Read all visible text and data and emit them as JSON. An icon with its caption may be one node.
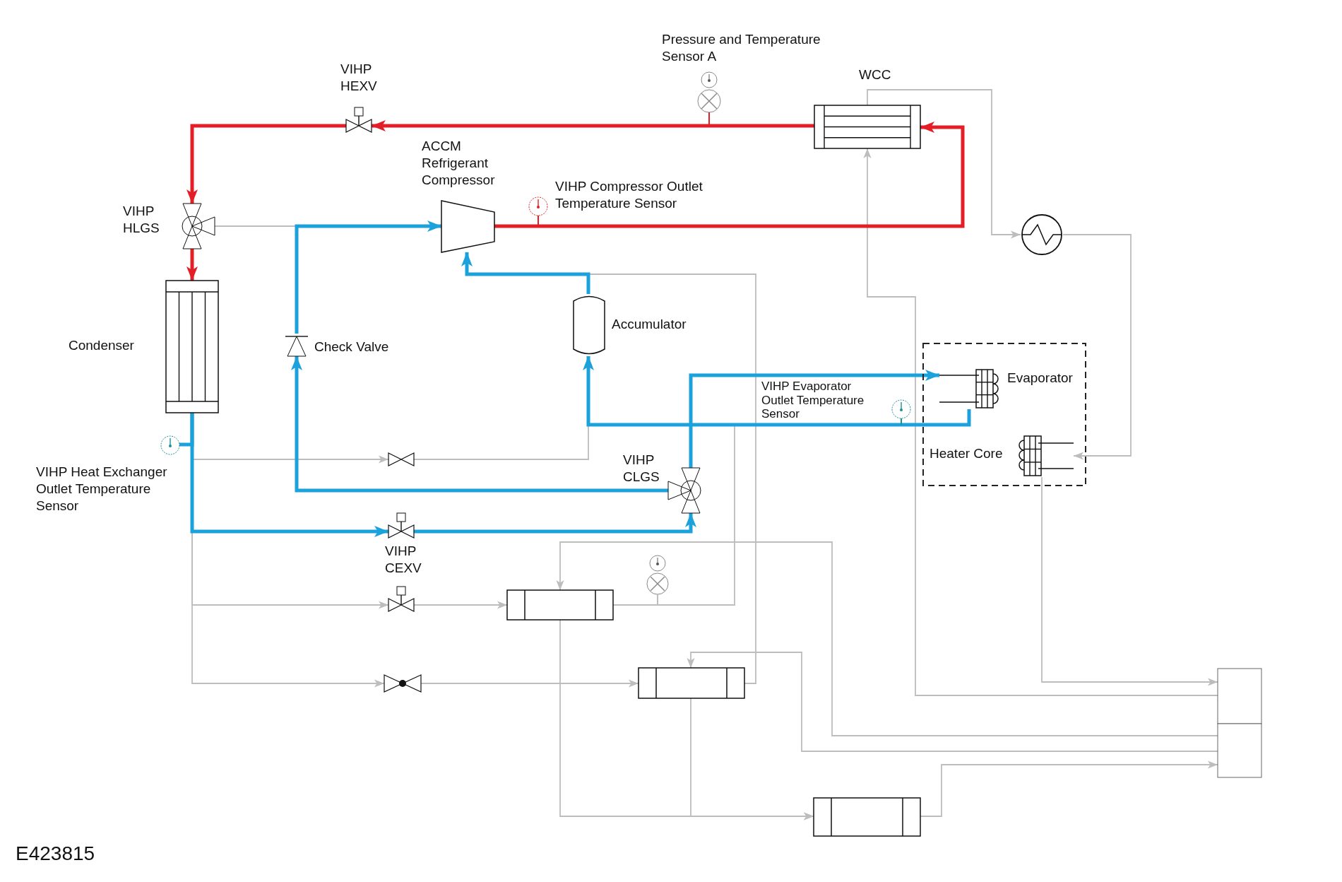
{
  "diagram": {
    "nodes": [
      {
        "text": [
          "Pressure and Temperature Sensor A"
        ]
      },
      {
        "text": [
          "VIHP HEXV"
        ]
      },
      {
        "text": [
          "WCC"
        ]
      },
      {
        "text": [
          "ACCM Refrigerant Compressor"
        ]
      },
      {
        "text": [
          "VIHP Compressor Outlet Temperature Sensor"
        ]
      },
      {
        "text": [
          "VIHP HLGS"
        ]
      },
      {
        "text": [],
        "shape": "circle"
      },
      {
        "text": [
          "Condenser"
        ]
      },
      {
        "text": [
          "Check Valve"
        ]
      },
      {
        "text": [
          "Accumulator"
        ]
      },
      {
        "text": [],
        "shape": "box"
      },
      {
        "text": [
          "Evaporator"
        ],
        "in": 10
      },
      {
        "text": [
          "Heater Core"
        ],
        "in": 10
      },
      {
        "text": [
          "VIHP Evaporator Outlet Temperature Sensor"
        ]
      },
      {
        "text": [
          "VIHP Heat Exchanger Outlet Temperature Sensor"
        ]
      },
      {
        "text": [
          "VIHP CLGS"
        ]
      },
      {
        "text": [
          "VIHP CEXV"
        ]
      },
      {
        "text": [],
        "shape": "valve"
      },
      {
        "text": [],
        "shape": "valve"
      },
      {
        "text": [],
        "shape": "box"
      },
      {
        "text": [],
        "shape": "sensor"
      },
      {
        "text": [],
        "shape": "valve"
      },
      {
        "text": [],
        "shape": "box"
      },
      {
        "text": [],
        "shape": "box"
      },
      {
        "text": [],
        "shape": "box"
      },
      {
        "text": [],
        "shape": "box"
      }
    ],
    "edges": [
      {
        "from": 2,
        "to": 1,
        "arrow": "to",
        "style": "thick",
        "color": "#e41e26"
      },
      {
        "from": 1,
        "to": 5,
        "arrow": "to",
        "style": "thick",
        "color": "#e41e26"
      },
      {
        "from": 5,
        "to": 7,
        "arrow": "to",
        "style": "thick",
        "color": "#e41e26"
      },
      {
        "from": 3,
        "to": 2,
        "arrow": "to",
        "style": "thick",
        "color": "#e41e26"
      },
      {
        "from": 5,
        "to": 3,
        "arrow": "to"
      },
      {
        "from": 8,
        "to": 3,
        "arrow": "to",
        "style": "thick",
        "color": "#1ba1dc"
      },
      {
        "from": 15,
        "to": 8,
        "arrow": "to",
        "style": "thick",
        "color": "#1ba1dc"
      },
      {
        "from": 9,
        "to": 3,
        "arrow": "to",
        "style": "thick",
        "color": "#1ba1dc"
      },
      {
        "from": 11,
        "to": 9,
        "arrow": "to",
        "style": "thick",
        "color": "#1ba1dc"
      },
      {
        "from": 15,
        "to": 11,
        "arrow": "to",
        "style": "thick",
        "color": "#1ba1dc"
      },
      {
        "from": 7,
        "to": 16,
        "arrow": "to",
        "style": "thick",
        "color": "#1ba1dc"
      },
      {
        "from": 16,
        "to": 15,
        "arrow": "to",
        "style": "thick",
        "color": "#1ba1dc"
      },
      {
        "from": 7,
        "to": 17,
        "arrow": "to"
      },
      {
        "from": 17,
        "to": 9,
        "arrow": "to"
      },
      {
        "from": 7,
        "to": 18,
        "arrow": "to"
      },
      {
        "from": 18,
        "to": 19,
        "arrow": "to"
      },
      {
        "from": 7,
        "to": 21,
        "arrow": "to"
      },
      {
        "from": 21,
        "to": 22,
        "arrow": "to"
      },
      {
        "from": 19,
        "to": 9,
        "arrow": "to"
      },
      {
        "from": 22,
        "to": 3,
        "arrow": "to"
      },
      {
        "from": 23,
        "to": 2,
        "arrow": "to"
      },
      {
        "from": 2,
        "to": 6,
        "arrow": "to"
      },
      {
        "from": 6,
        "to": 12,
        "arrow": "to"
      },
      {
        "from": 12,
        "to": 23,
        "arrow": "to"
      },
      {
        "from": 24,
        "to": 19,
        "arrow": "to"
      },
      {
        "from": 24,
        "to": 22,
        "arrow": "to"
      },
      {
        "from": 19,
        "to": 25,
        "arrow": "to"
      },
      {
        "from": 22,
        "to": 25,
        "arrow": "to"
      },
      {
        "from": 25,
        "to": 24,
        "arrow": "to"
      },
      {
        "from": 14,
        "to": 7,
        "arrow": "none",
        "style": "thick",
        "color": "#1ba1dc"
      }
    ],
    "labels": [
      "E423815"
    ]
  }
}
